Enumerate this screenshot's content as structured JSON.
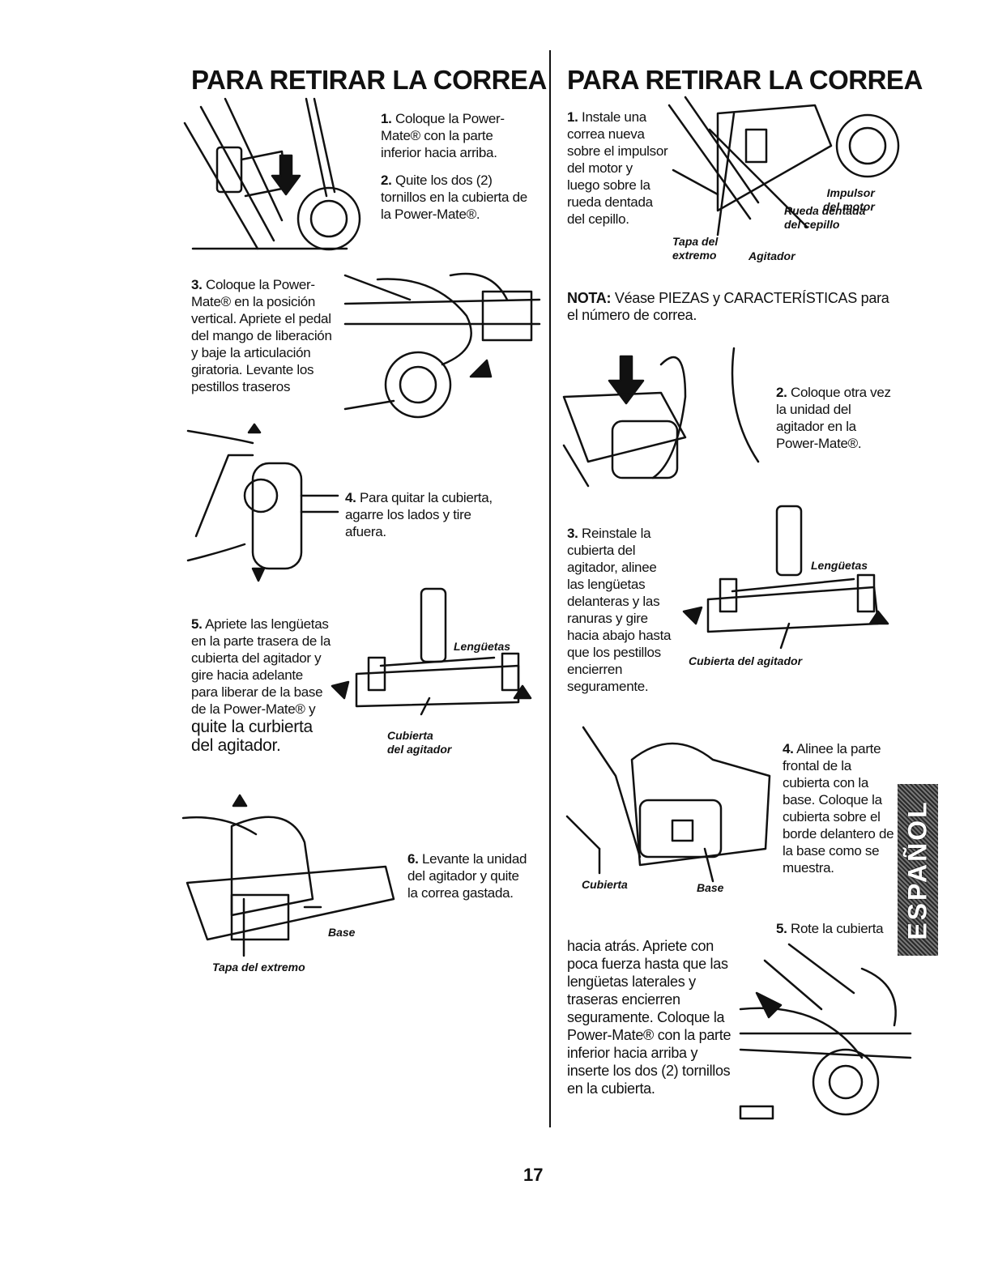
{
  "left": {
    "title": "PARA RETIRAR LA CORREA",
    "step1": {
      "num": "1.",
      "text": "Coloque la Power-Mate® con la parte inferior hacia arriba."
    },
    "step2": {
      "num": "2.",
      "text": "Quite los dos (2) tornillos en la cubierta de la Power-Mate®."
    },
    "step3": {
      "num": "3.",
      "text": "Coloque la Power-Mate® en la posición vertical. Apriete el pedal del mango de liberación y baje la articulación giratoria. Levante los pestillos traseros"
    },
    "step4": {
      "num": "4.",
      "text": "Para quitar la cubierta, agarre los lados y tire afuera."
    },
    "step5": {
      "num": "5.",
      "text": "Apriete las lengüetas en la parte trasera de la cubierta del agitador y gire hacia adelante para liberar de la base de la Power-Mate® y",
      "text_large": "quite la curbierta del agitador."
    },
    "fig5_label_tabs": "Lengüetas",
    "fig5_label_cover": "Cubierta\ndel agitador",
    "step6": {
      "num": "6.",
      "text": "Levante la unidad del agitador y quite la correa gastada."
    },
    "fig6_label_base": "Base",
    "fig6_label_endcap": "Tapa del extremo"
  },
  "right": {
    "title": "PARA RETIRAR LA CORREA",
    "step1": {
      "num": "1.",
      "text": "Instale una correa nueva sobre el impulsor del motor y luego sobre la rueda dentada del cepillo."
    },
    "fig1_label_impulsor": "Impulsor\ndel motor",
    "fig1_label_rueda": "Rueda dentada\ndel cepillo",
    "fig1_label_tapa": "Tapa del\nextremo",
    "fig1_label_agitador": "Agitador",
    "nota_label": "NOTA:",
    "nota_text": "Véase PIEZAS y CARACTERÍSTICAS para el número de correa.",
    "step2": {
      "num": "2.",
      "text": "Coloque otra vez la unidad del agitador en la Power-Mate®."
    },
    "step3": {
      "num": "3.",
      "text": "Reinstale la cubierta del agitador, alinee las lengüetas delanteras y las ranuras y gire hacia abajo hasta que los pestillos encierren seguramente."
    },
    "fig3_label_tabs": "Lengüetas",
    "fig3_label_cover": "Cubierta del agitador",
    "step4": {
      "num": "4.",
      "text": "Alinee la parte frontal de la cubierta con la base. Coloque la cubierta sobre el borde delantero de la base como se muestra."
    },
    "fig4_label_cover": "Cubierta",
    "fig4_label_base": "Base",
    "step5": {
      "num": "5.",
      "text": "Rote la cubierta"
    },
    "step5_cont": "hacia atrás. Apriete con poca fuerza hasta que las lengüetas laterales y traseras encierren seguramente. Coloque la Power-Mate® con la parte inferior hacia arriba y inserte los dos (2) tornillos en la cubierta."
  },
  "side_tab": "ESPAÑOL",
  "page_number": "17"
}
